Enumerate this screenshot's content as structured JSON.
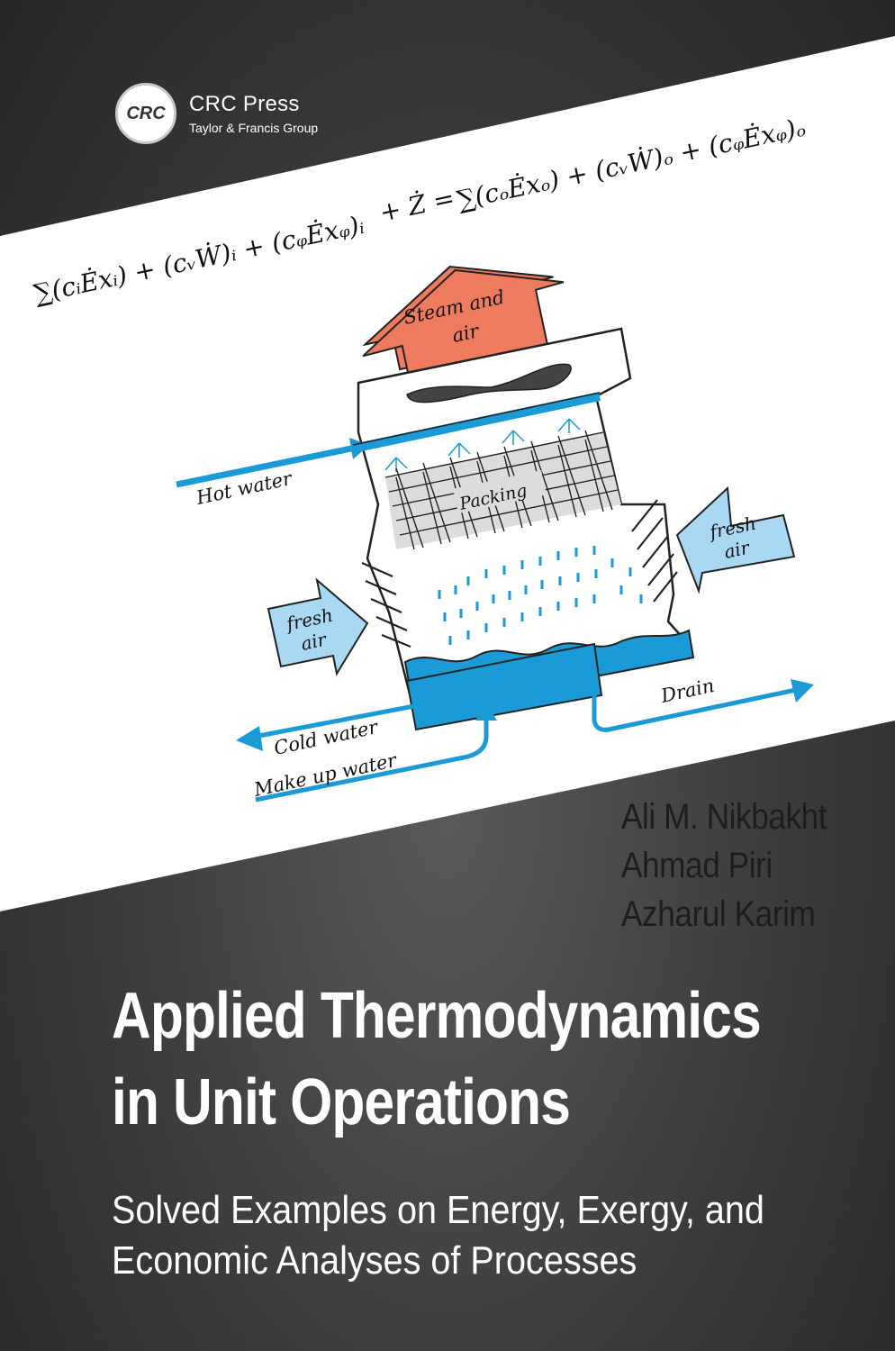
{
  "publisher": {
    "logo_text": "CRC",
    "name": "CRC Press",
    "group": "Taylor & Francis Group"
  },
  "equation": {
    "top": "∑(cₒĖxₒ) + (cᵥẆ)ₒ + (cᵩĖxᵩ)ₒ",
    "top_prefix": "+ Ż =",
    "left": "∑(cᵢĖxᵢ) + (cᵥẆ)ᵢ + (cᵩĖxᵩ)ᵢ"
  },
  "diagram": {
    "steam_label_1": "Steam and",
    "steam_label_2": "air",
    "hot_water": "Hot water",
    "packing": "Packing",
    "fresh_air_left_1": "fresh",
    "fresh_air_left_2": "air",
    "fresh_air_right_1": "fresh",
    "fresh_air_right_2": "air",
    "drain": "Drain",
    "cold_water": "Cold water",
    "make_up_water": "Make up water",
    "colors": {
      "steam_arrow": "#ef7b5f",
      "water_blue": "#1a9ad6",
      "air_arrow": "#a9d8f2",
      "packing_bg": "#dcdcdc"
    }
  },
  "authors": [
    "Ali M. Nikbakht",
    "Ahmad Piri",
    "Azharul Karim"
  ],
  "title_lines": [
    "Applied Thermodynamics",
    "in Unit Operations"
  ],
  "subtitle_lines": [
    "Solved Examples on Energy, Exergy, and",
    "Economic Analyses of Processes"
  ]
}
